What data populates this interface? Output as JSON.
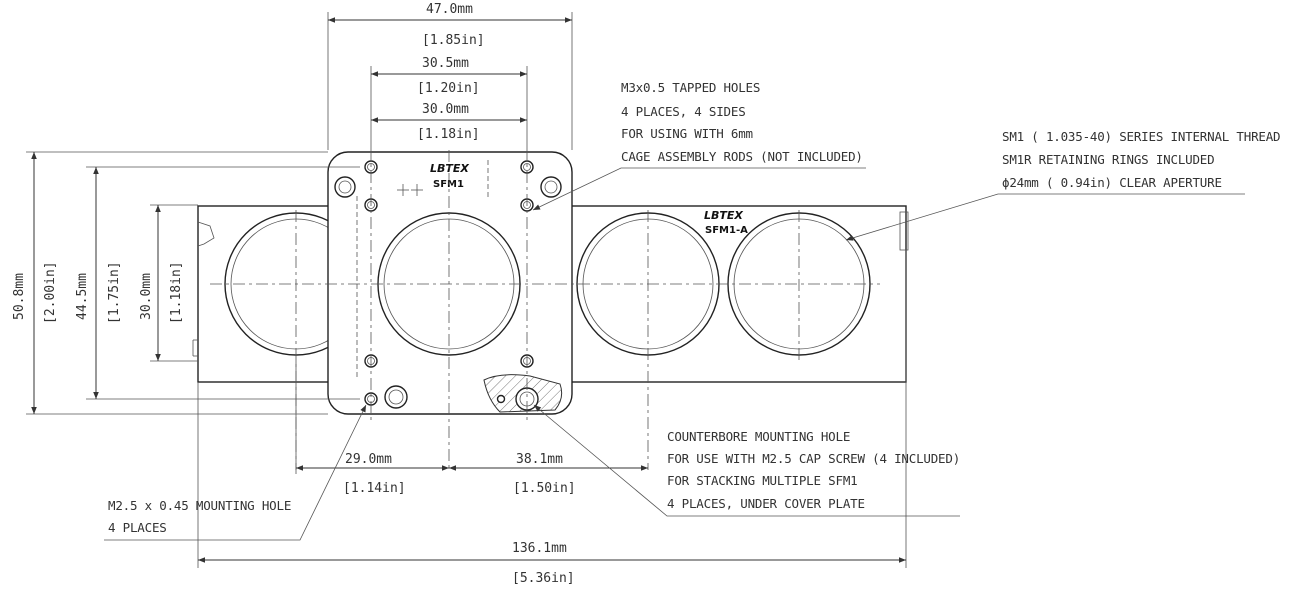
{
  "drawing": {
    "brand_top": "LBTEX",
    "model_top": "SFM1",
    "brand_right": "LBTEX",
    "model_right": "SFM1-A"
  },
  "dims": {
    "w47_mm": "47.0mm",
    "w47_in": "[1.85in]",
    "w30_5_mm": "30.5mm",
    "w30_5_in": "[1.20in]",
    "w30_mm": "30.0mm",
    "w30_in": "[1.18in]",
    "h50_8_mm": "50.8mm",
    "h50_8_in": "[2.00in]",
    "h44_5_mm": "44.5mm",
    "h44_5_in": "[1.75in]",
    "h30_mm": "30.0mm",
    "h30_in": "[1.18in]",
    "w29_mm": "29.0mm",
    "w29_in": "[1.14in]",
    "w38_1_mm": "38.1mm",
    "w38_1_in": "[1.50in]",
    "w136_1_mm": "136.1mm",
    "w136_1_in": "[5.36in]"
  },
  "notes": {
    "tapped": [
      "M3x0.5 TAPPED HOLES",
      "4 PLACES, 4 SIDES",
      "FOR USING WITH 6mm",
      "CAGE ASSEMBLY RODS (NOT INCLUDED)"
    ],
    "thread": [
      "SM1 ( 1.035-40) SERIES INTERNAL THREAD",
      "SM1R RETAINING RINGS INCLUDED",
      "ϕ24mm ( 0.94in) CLEAR APERTURE"
    ],
    "counterbore": [
      "COUNTERBORE MOUNTING HOLE",
      "FOR USE WITH M2.5 CAP SCREW (4 INCLUDED)",
      "FOR STACKING MULTIPLE SFM1",
      "4 PLACES, UNDER COVER PLATE"
    ],
    "mounting": [
      "M2.5 x 0.45 MOUNTING HOLE",
      "4 PLACES"
    ]
  }
}
